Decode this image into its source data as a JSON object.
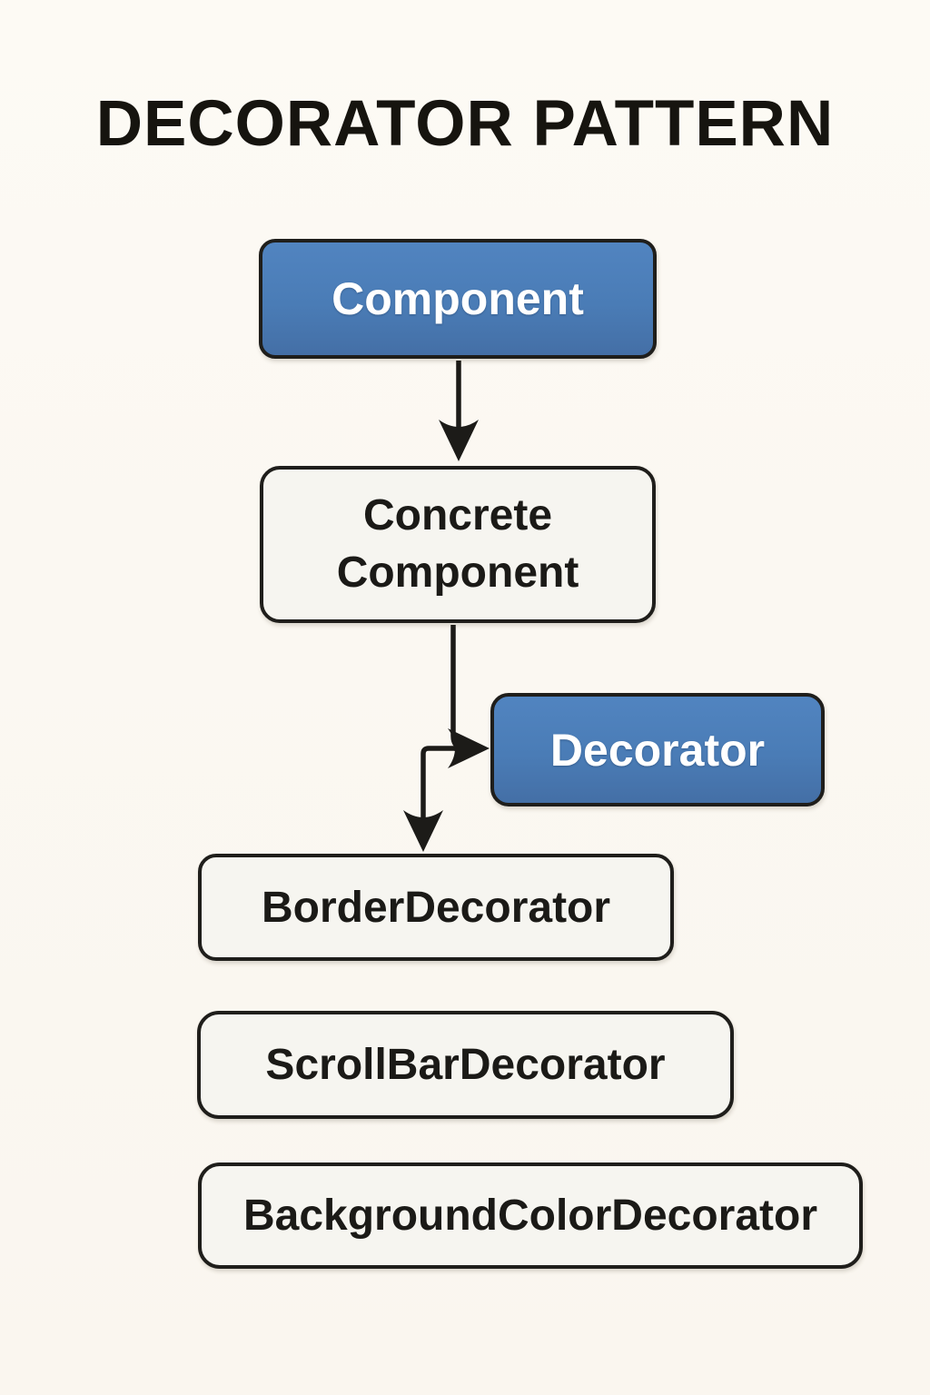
{
  "title": "DECORATOR PATTERN",
  "diagram": {
    "pattern_name": "Decorator Pattern",
    "nodes": [
      {
        "id": "component",
        "label": "Component",
        "style": "blue"
      },
      {
        "id": "concrete-component",
        "label": "Concrete Component",
        "style": "light"
      },
      {
        "id": "decorator",
        "label": "Decorator",
        "style": "blue"
      },
      {
        "id": "border-decorator",
        "label": "BorderDecorator",
        "style": "light"
      },
      {
        "id": "scrollbar-decorator",
        "label": "ScrollBarDecorator",
        "style": "light"
      },
      {
        "id": "background-color-decorator",
        "label": "BackgroundColorDecorator",
        "style": "light"
      }
    ],
    "edges": [
      {
        "from": "component",
        "to": "concrete-component",
        "type": "arrow-down"
      },
      {
        "from": "concrete-component",
        "to": "decorator",
        "type": "arrow-right"
      },
      {
        "from": "concrete-component",
        "to": "border-decorator",
        "type": "arrow-down-elbow"
      }
    ]
  },
  "colors": {
    "background": "#FBF8F2",
    "node_blue_fill": "#4A7CB6",
    "node_light_fill": "#F6F5F0",
    "node_border": "#1F1E1B",
    "arrow": "#1C1B18",
    "title_text": "#16140F",
    "node_text_dark": "#1B1A17",
    "node_text_light": "#FFFFFF"
  }
}
